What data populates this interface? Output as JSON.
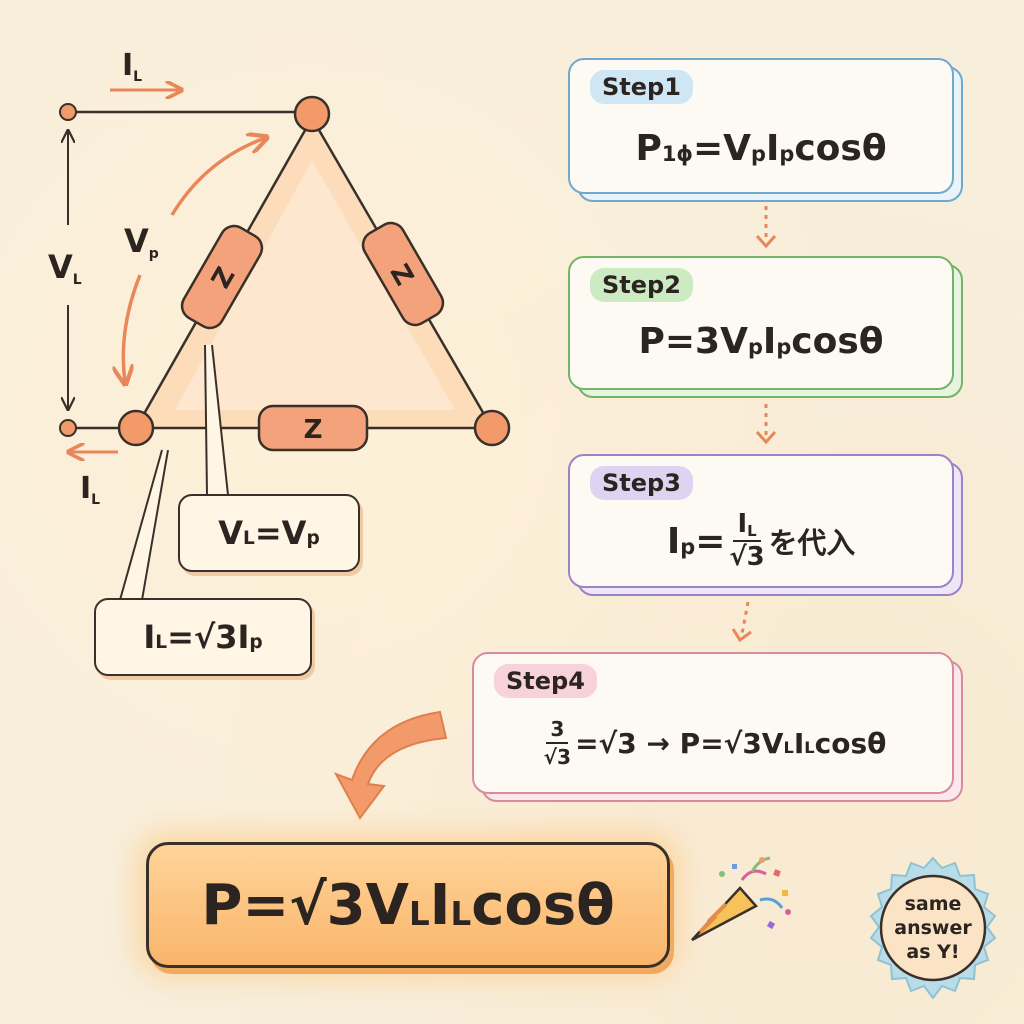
{
  "colors": {
    "background": "#f7eedb",
    "accent_orange": "#f29a6a",
    "step1": "#a9d3ea",
    "step2": "#a9d99a",
    "step3": "#c7b2e6",
    "step4": "#f3b8c4",
    "final": "#f9b56a"
  },
  "circuit": {
    "il_top": "I",
    "il_bottom": "I",
    "il_sub": "L",
    "vl": "V",
    "vl_sub": "L",
    "vp": "V",
    "vp_sub": "p",
    "z1": "Z",
    "z2": "Z",
    "z3": "Z",
    "eq_v": {
      "lhs": "V",
      "lhs_sub": "L",
      "mid": "=V",
      "rhs_sub": "p"
    },
    "eq_i": {
      "lhs": "I",
      "lhs_sub": "L",
      "mid": "=√3I",
      "rhs_sub": "p"
    }
  },
  "steps": {
    "step1": {
      "tag": "Step1",
      "p": "P",
      "p_sub": "1ϕ",
      "mid": "=V",
      "s1": "p",
      "i": "I",
      "s2": "p",
      "tail": "cosθ"
    },
    "step2": {
      "tag": "Step2",
      "head": "P=3V",
      "s1": "p",
      "i": "I",
      "s2": "p",
      "tail": "cosθ"
    },
    "step3": {
      "tag": "Step3",
      "i": "I",
      "i_sub": "p",
      "eq": "=",
      "num": "I",
      "num_sub": "L",
      "den": "√3",
      "tail": "を代入"
    },
    "step4": {
      "tag": "Step4",
      "num": "3",
      "den": "√3",
      "eq": "=√3 → P=√3V",
      "s1": "L",
      "i": "I",
      "s2": "L",
      "tail": "cosθ"
    }
  },
  "final": {
    "head": "P=√3V",
    "s1": "L",
    "i": "I",
    "s2": "L",
    "tail": "cosθ"
  },
  "badge": {
    "text": "same\nanswer\nas Y!"
  }
}
